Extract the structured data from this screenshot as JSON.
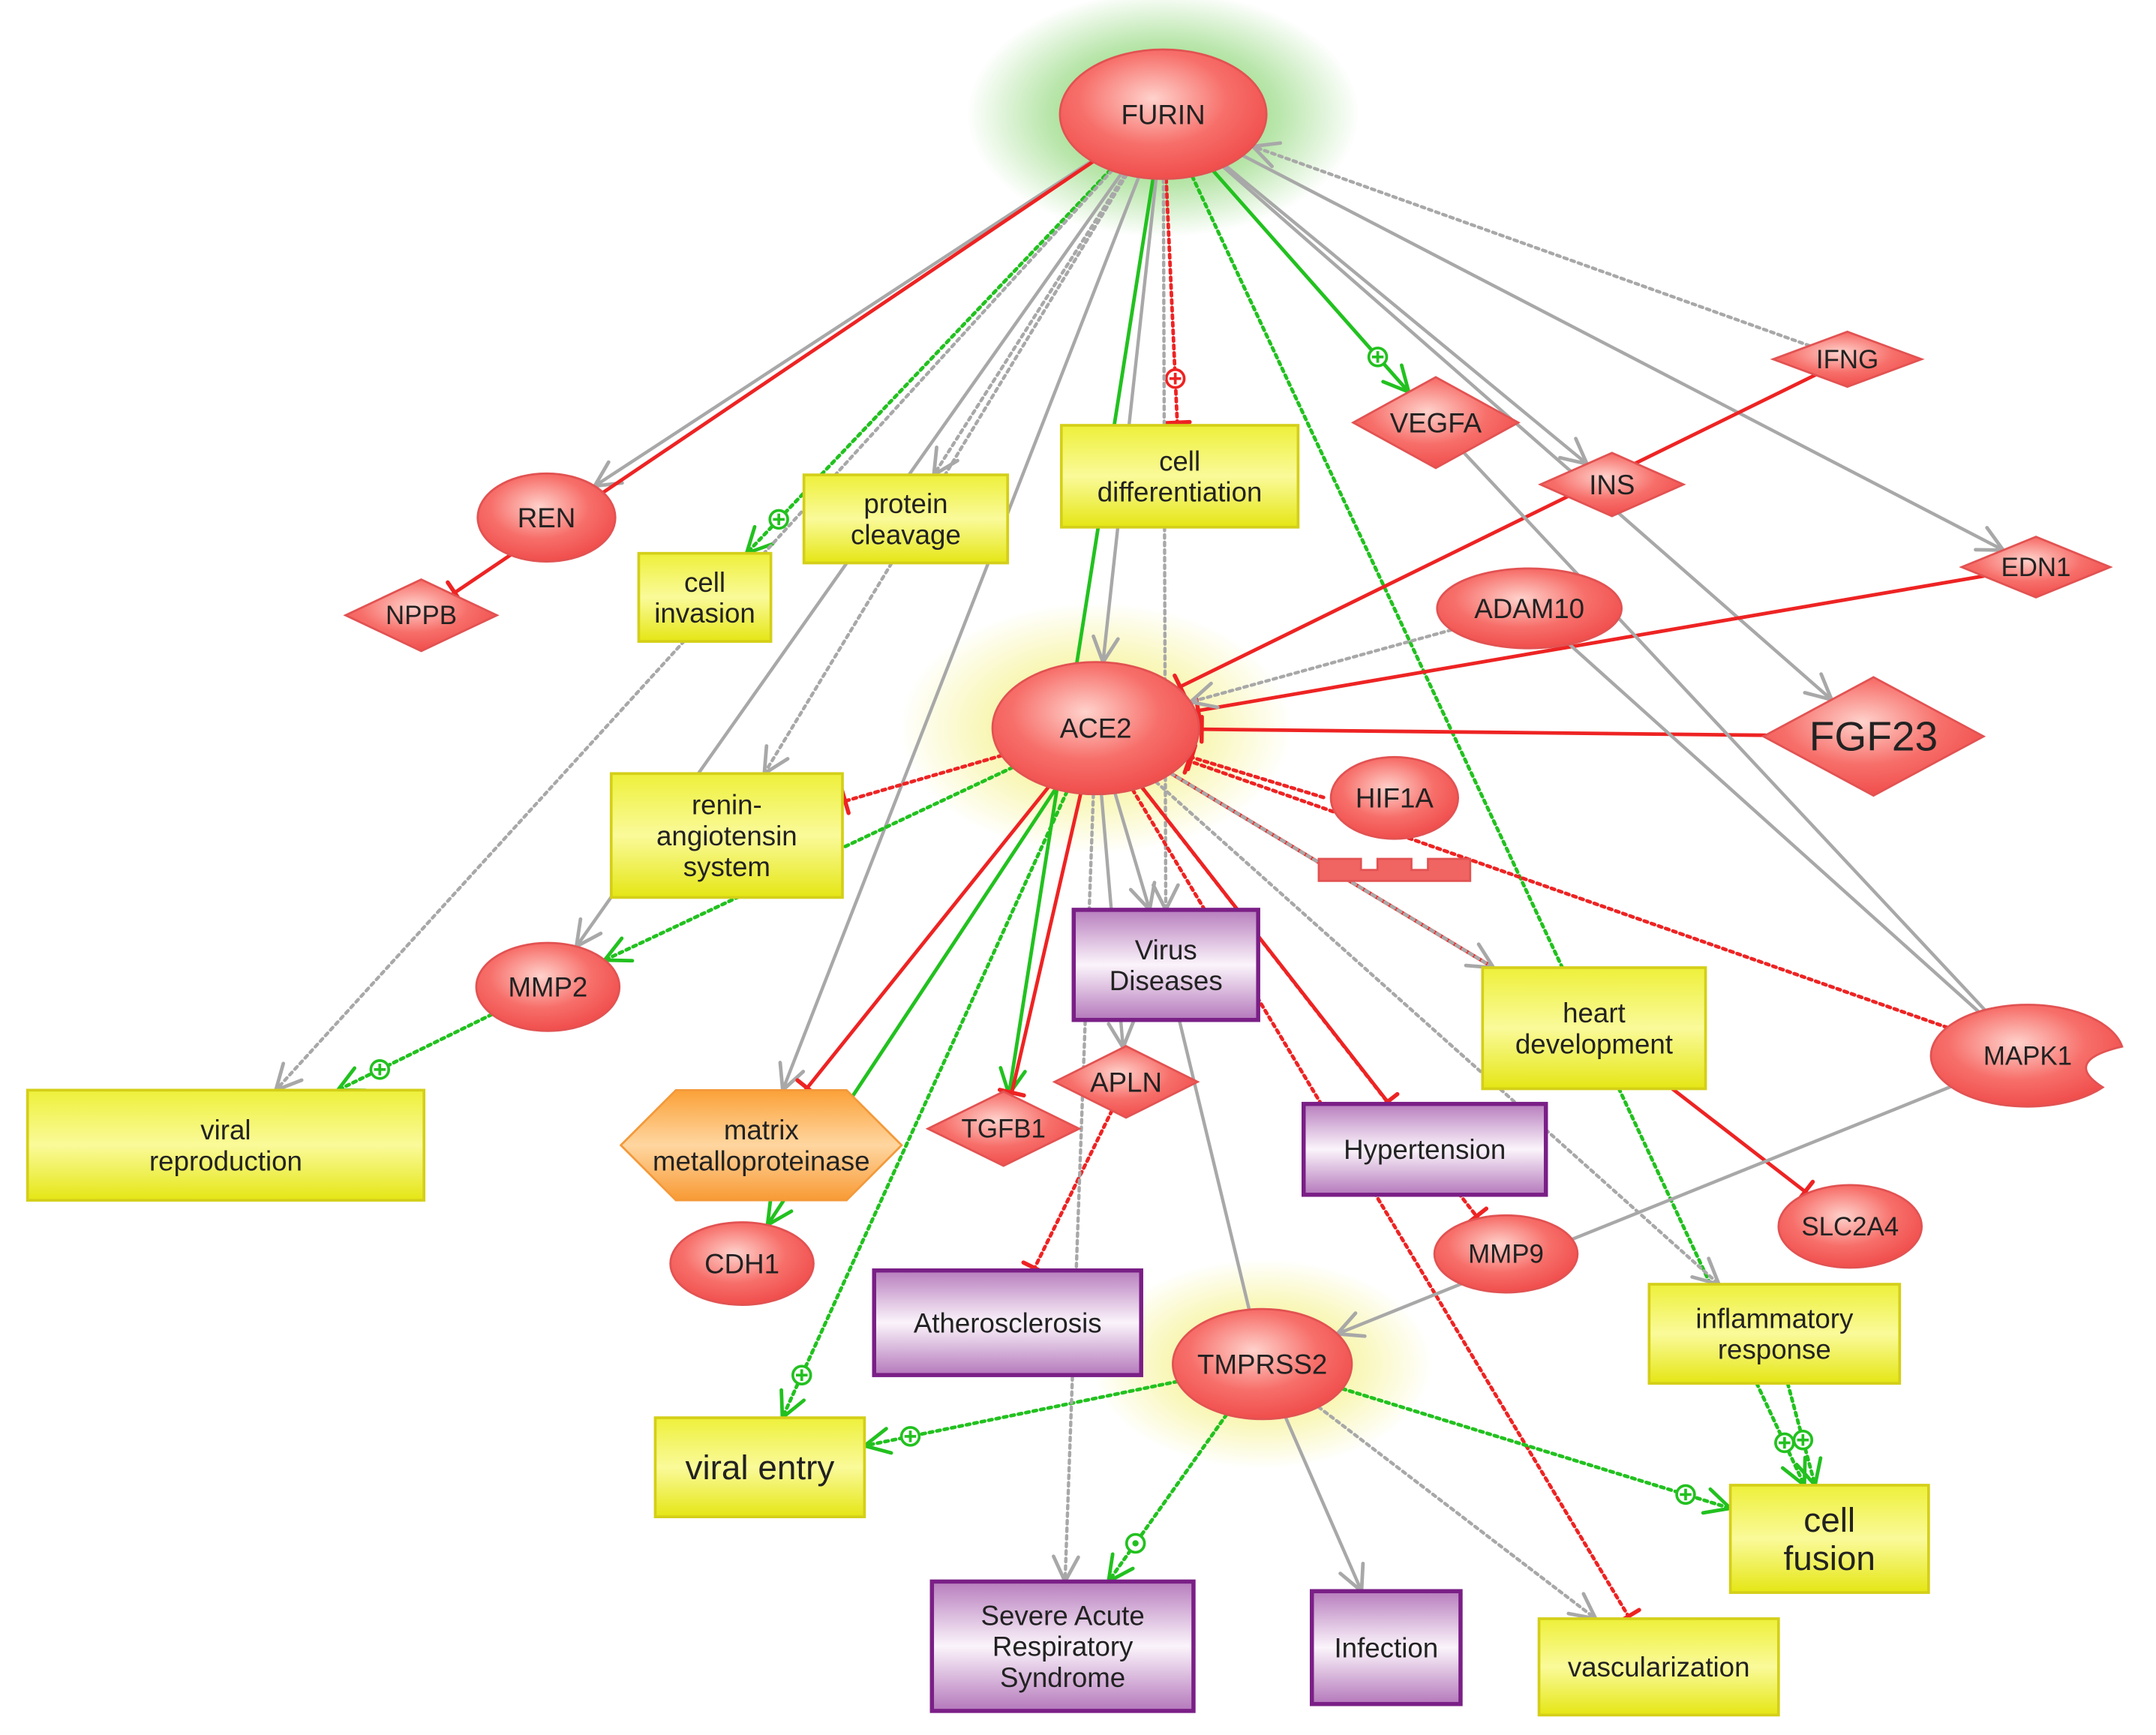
{
  "colors": {
    "gene_fill": "#f55d5d",
    "gene_fill_light": "#ffd0cc",
    "gene_stroke": "#e25252",
    "process_fill": "#eeee18",
    "process_stroke": "#d4cf18",
    "disease_fill": "#c896cc",
    "disease_stroke": "#7a1f86",
    "hexagon_fill": "#fdaa45",
    "edge_gray": "#a8a8a8",
    "edge_red": "#ee2323",
    "edge_green": "#22c11f",
    "glow_green": "#68c94a",
    "glow_yellow": "#f2ee6d"
  },
  "nodes": [
    {
      "id": "FURIN",
      "label": "FURIN",
      "shape": "ellipse",
      "glow": "green"
    },
    {
      "id": "REN",
      "label": "REN",
      "shape": "ellipse"
    },
    {
      "id": "NPPB",
      "label": "NPPB",
      "shape": "diamond"
    },
    {
      "id": "cell_invasion",
      "label": "cell\ninvasion",
      "shape": "process"
    },
    {
      "id": "protein_cleavage",
      "label": "protein\ncleavage",
      "shape": "process"
    },
    {
      "id": "cell_differentiation",
      "label": "cell\ndifferentiation",
      "shape": "process"
    },
    {
      "id": "VEGFA",
      "label": "VEGFA",
      "shape": "diamond"
    },
    {
      "id": "IFNG",
      "label": "IFNG",
      "shape": "diamond"
    },
    {
      "id": "INS",
      "label": "INS",
      "shape": "diamond"
    },
    {
      "id": "EDN1",
      "label": "EDN1",
      "shape": "diamond"
    },
    {
      "id": "ADAM10",
      "label": "ADAM10",
      "shape": "ellipse"
    },
    {
      "id": "FGF23",
      "label": "FGF23",
      "shape": "diamond"
    },
    {
      "id": "ACE2",
      "label": "ACE2",
      "shape": "ellipse",
      "glow": "yellow"
    },
    {
      "id": "HIF1A",
      "label": "HIF1A",
      "shape": "tf"
    },
    {
      "id": "ras",
      "label": "renin-\nangiotensin\nsystem",
      "shape": "process"
    },
    {
      "id": "MMP2",
      "label": "MMP2",
      "shape": "ellipse"
    },
    {
      "id": "viral_reproduction",
      "label": "viral\nreproduction",
      "shape": "process"
    },
    {
      "id": "virus_diseases",
      "label": "Virus\nDiseases",
      "shape": "disease"
    },
    {
      "id": "heart_development",
      "label": "heart\ndevelopment",
      "shape": "process"
    },
    {
      "id": "MAPK1",
      "label": "MAPK1",
      "shape": "kinase"
    },
    {
      "id": "mmp",
      "label": "matrix\nmetalloproteinase",
      "shape": "hexagon"
    },
    {
      "id": "TGFB1",
      "label": "TGFB1",
      "shape": "diamond"
    },
    {
      "id": "APLN",
      "label": "APLN",
      "shape": "diamond"
    },
    {
      "id": "hypertension",
      "label": "Hypertension",
      "shape": "disease"
    },
    {
      "id": "SLC2A4",
      "label": "SLC2A4",
      "shape": "ellipse"
    },
    {
      "id": "CDH1",
      "label": "CDH1",
      "shape": "ellipse"
    },
    {
      "id": "MMP9",
      "label": "MMP9",
      "shape": "ellipse"
    },
    {
      "id": "atherosclerosis",
      "label": "Atherosclerosis",
      "shape": "disease"
    },
    {
      "id": "TMPRSS2",
      "label": "TMPRSS2",
      "shape": "ellipse",
      "glow": "yellow"
    },
    {
      "id": "inflammatory_response",
      "label": "inflammatory\nresponse",
      "shape": "process"
    },
    {
      "id": "viral_entry",
      "label": "viral entry",
      "shape": "process"
    },
    {
      "id": "cell_fusion",
      "label": "cell\nfusion",
      "shape": "process"
    },
    {
      "id": "sars",
      "label": "Severe Acute\nRespiratory\nSyndrome",
      "shape": "disease"
    },
    {
      "id": "infection",
      "label": "Infection",
      "shape": "disease"
    },
    {
      "id": "vascularization",
      "label": "vascularization",
      "shape": "process"
    }
  ],
  "edges": [
    {
      "from": "FURIN",
      "to": "REN",
      "color": "gray",
      "style": "solid",
      "end": "arrow"
    },
    {
      "from": "FURIN",
      "to": "NPPB",
      "color": "red",
      "style": "solid",
      "end": "bar"
    },
    {
      "from": "FURIN",
      "to": "cell_invasion",
      "color": "green",
      "style": "dotted",
      "end": "plus-arrow"
    },
    {
      "from": "FURIN",
      "to": "ras",
      "color": "gray",
      "style": "dotted",
      "end": "arrow"
    },
    {
      "from": "FURIN",
      "to": "protein_cleavage",
      "color": "gray",
      "style": "dotted",
      "end": "arrow"
    },
    {
      "from": "FURIN",
      "to": "cell_differentiation",
      "color": "red",
      "style": "dotted",
      "end": "plus-bar"
    },
    {
      "from": "FURIN",
      "to": "VEGFA",
      "color": "green",
      "style": "solid",
      "end": "plus-arrow"
    },
    {
      "from": "FURIN",
      "to": "INS",
      "color": "gray",
      "style": "solid",
      "end": "arrow"
    },
    {
      "from": "FURIN",
      "to": "EDN1",
      "color": "gray",
      "style": "solid",
      "end": "arrow"
    },
    {
      "from": "IFNG",
      "to": "FURIN",
      "color": "gray",
      "style": "dotted",
      "end": "arrow"
    },
    {
      "from": "FURIN",
      "to": "FGF23",
      "color": "gray",
      "style": "solid",
      "end": "arrow"
    },
    {
      "from": "FURIN",
      "to": "viral_reproduction",
      "color": "gray",
      "style": "dotted",
      "end": "arrow"
    },
    {
      "from": "FURIN",
      "to": "MMP2",
      "color": "gray",
      "style": "solid",
      "end": "arrow"
    },
    {
      "from": "FURIN",
      "to": "mmp",
      "color": "gray",
      "style": "solid",
      "end": "arrow"
    },
    {
      "from": "FURIN",
      "to": "TGFB1",
      "color": "green",
      "style": "solid",
      "end": "arrow"
    },
    {
      "from": "FURIN",
      "to": "virus_diseases",
      "color": "gray",
      "style": "dotted",
      "end": "arrow"
    },
    {
      "from": "FURIN",
      "to": "cell_fusion",
      "color": "green",
      "style": "dotted",
      "end": "plus-arrow"
    },
    {
      "from": "FURIN",
      "to": "ACE2",
      "color": "gray",
      "style": "solid",
      "end": "arrow"
    },
    {
      "from": "IFNG",
      "to": "ACE2",
      "color": "red",
      "style": "solid",
      "end": "bar"
    },
    {
      "from": "EDN1",
      "to": "ACE2",
      "color": "red",
      "style": "solid",
      "end": "bar"
    },
    {
      "from": "FGF23",
      "to": "ACE2",
      "color": "red",
      "style": "solid",
      "end": "bar"
    },
    {
      "from": "ADAM10",
      "to": "ACE2",
      "color": "gray",
      "style": "dotted",
      "end": "arrow"
    },
    {
      "from": "HIF1A",
      "to": "ACE2",
      "color": "red",
      "style": "dotted",
      "end": "bar"
    },
    {
      "from": "MAPK1",
      "to": "ACE2",
      "color": "red",
      "style": "dotted",
      "end": "bar"
    },
    {
      "from": "VEGFA",
      "to": "MAPK1",
      "color": "gray",
      "style": "solid",
      "end": "none"
    },
    {
      "from": "ADAM10",
      "to": "MAPK1",
      "color": "gray",
      "style": "solid",
      "end": "none"
    },
    {
      "from": "ACE2",
      "to": "ras",
      "color": "red",
      "style": "dotted",
      "end": "bar"
    },
    {
      "from": "ACE2",
      "to": "MMP2",
      "color": "green",
      "style": "dotted",
      "end": "arrow"
    },
    {
      "from": "MMP2",
      "to": "viral_reproduction",
      "color": "green",
      "style": "dotted",
      "end": "plus-arrow"
    },
    {
      "from": "ACE2",
      "to": "mmp",
      "color": "red",
      "style": "solid",
      "end": "bar"
    },
    {
      "from": "ACE2",
      "to": "CDH1",
      "color": "green",
      "style": "solid",
      "end": "arrow"
    },
    {
      "from": "ACE2",
      "to": "viral_entry",
      "color": "green",
      "style": "dotted",
      "end": "plus-arrow"
    },
    {
      "from": "ACE2",
      "to": "TGFB1",
      "color": "red",
      "style": "solid",
      "end": "bar"
    },
    {
      "from": "ACE2",
      "to": "virus_diseases",
      "color": "gray",
      "style": "solid",
      "end": "arrow"
    },
    {
      "from": "ACE2",
      "to": "APLN",
      "color": "gray",
      "style": "solid",
      "end": "arrow"
    },
    {
      "from": "APLN",
      "to": "atherosclerosis",
      "color": "red",
      "style": "dotted",
      "end": "bar"
    },
    {
      "from": "ACE2",
      "to": "hypertension",
      "color": "red",
      "style": "solid",
      "end": "bar"
    },
    {
      "from": "ACE2",
      "to": "MMP9",
      "color": "red",
      "style": "dotted",
      "end": "bar"
    },
    {
      "from": "ACE2",
      "to": "heart_development",
      "color": "red",
      "style": "solid",
      "end": "none"
    },
    {
      "from": "ACE2",
      "to": "heart_development",
      "color": "gray",
      "style": "dotted",
      "end": "arrow"
    },
    {
      "from": "ACE2",
      "to": "vascularization",
      "color": "red",
      "style": "dotted",
      "end": "bar"
    },
    {
      "from": "ACE2",
      "to": "inflammatory_response",
      "color": "gray",
      "style": "dotted",
      "end": "arrow"
    },
    {
      "from": "heart_development",
      "to": "SLC2A4",
      "color": "red",
      "style": "solid",
      "end": "bar"
    },
    {
      "from": "MAPK1",
      "to": "TMPRSS2",
      "color": "gray",
      "style": "solid",
      "end": "arrow"
    },
    {
      "from": "TMPRSS2",
      "to": "virus_diseases",
      "color": "gray",
      "style": "solid",
      "end": "none"
    },
    {
      "from": "inflammatory_response",
      "to": "cell_fusion",
      "color": "green",
      "style": "dotted",
      "end": "plus-arrow"
    },
    {
      "from": "TMPRSS2",
      "to": "viral_entry",
      "color": "green",
      "style": "dotted",
      "end": "plus-arrow"
    },
    {
      "from": "TMPRSS2",
      "to": "cell_fusion",
      "color": "green",
      "style": "dotted",
      "end": "plus-arrow"
    },
    {
      "from": "TMPRSS2",
      "to": "sars",
      "color": "green",
      "style": "dotted",
      "end": "dot-arrow"
    },
    {
      "from": "TMPRSS2",
      "to": "infection",
      "color": "gray",
      "style": "solid",
      "end": "arrow"
    },
    {
      "from": "TMPRSS2",
      "to": "vascularization",
      "color": "gray",
      "style": "dotted",
      "end": "arrow"
    },
    {
      "from": "ACE2",
      "to": "sars",
      "color": "gray",
      "style": "dotted",
      "end": "arrow"
    }
  ]
}
